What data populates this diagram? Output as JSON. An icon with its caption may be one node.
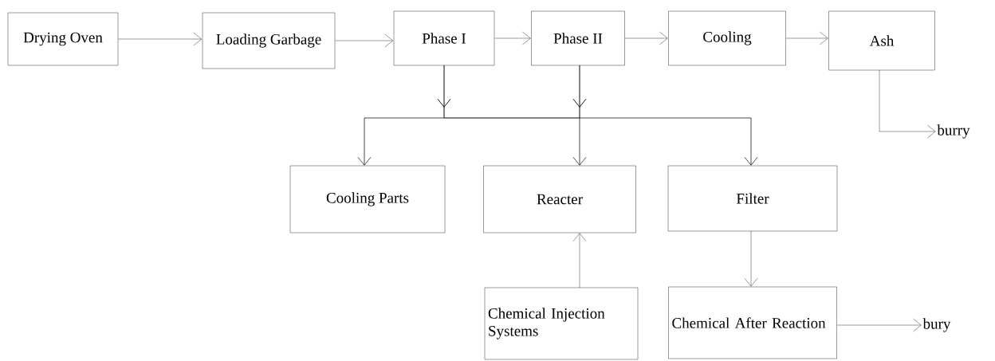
{
  "diagram": {
    "nodes": [
      {
        "text": [
          "Drying Oven"
        ]
      },
      {
        "text": [
          "Loading Garbage"
        ]
      },
      {
        "text": [
          "Phase I"
        ]
      },
      {
        "text": [
          "Phase II"
        ]
      },
      {
        "text": [
          "Cooling"
        ]
      },
      {
        "text": [
          "Ash"
        ]
      },
      {
        "text": [
          "Cooling Parts"
        ]
      },
      {
        "text": [
          "Reacter"
        ]
      },
      {
        "text": [
          "Filter"
        ]
      },
      {
        "text": [
          "Chemical Injection Systems"
        ]
      },
      {
        "text": [
          "Chemical After Reaction"
        ]
      },
      {
        "text": [
          "burry"
        ]
      },
      {
        "text": [
          "bury"
        ]
      }
    ],
    "edges": [
      {
        "from": 0,
        "to": 1,
        "arrow": "to"
      },
      {
        "from": 1,
        "to": 2,
        "arrow": "to"
      },
      {
        "from": 2,
        "to": 3,
        "arrow": "to"
      },
      {
        "from": 3,
        "to": 4,
        "arrow": "to"
      },
      {
        "from": 4,
        "to": 5,
        "arrow": "to"
      },
      {
        "from": 2,
        "to": 6,
        "arrow": "to"
      },
      {
        "from": 2,
        "to": 7,
        "arrow": "to"
      },
      {
        "from": 2,
        "to": 8,
        "arrow": "to"
      },
      {
        "from": 3,
        "to": 6,
        "arrow": "to"
      },
      {
        "from": 3,
        "to": 7,
        "arrow": "to"
      },
      {
        "from": 3,
        "to": 8,
        "arrow": "to"
      },
      {
        "from": 5,
        "to": 11,
        "arrow": "to"
      },
      {
        "from": 9,
        "to": 7,
        "arrow": "to"
      },
      {
        "from": 8,
        "to": 10,
        "arrow": "to"
      },
      {
        "from": 10,
        "to": 12,
        "arrow": "to"
      }
    ]
  }
}
